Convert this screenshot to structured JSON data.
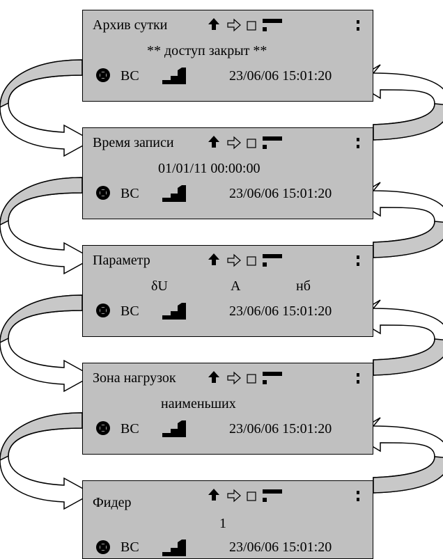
{
  "screens": [
    {
      "title": "Архив сутки",
      "line2": "** доступ закрыт **",
      "mode": "ВС",
      "datetime": "23/06/06 15:01:20"
    },
    {
      "title": "Время записи",
      "line2": "01/01/11 00:00:00",
      "mode": "ВС",
      "datetime": "23/06/06 15:01:20"
    },
    {
      "title": "Параметр",
      "line2_cols": [
        "δU",
        "А",
        "нб"
      ],
      "mode": "ВС",
      "datetime": "23/06/06 15:01:20"
    },
    {
      "title": "Зона нагрузок",
      "line2": "наименьших",
      "mode": "ВС",
      "datetime": "23/06/06 15:01:20"
    },
    {
      "title": "Фидер",
      "line2": "1",
      "mode": "ВС",
      "datetime": "23/06/06 15:01:20"
    }
  ],
  "icons": {
    "status": [
      "up-arrow-icon",
      "right-outline-arrow-icon",
      "square-icon",
      "bar-icon",
      "colon-icon"
    ],
    "left": "gear-icon",
    "middle": "signal-steps-icon"
  }
}
